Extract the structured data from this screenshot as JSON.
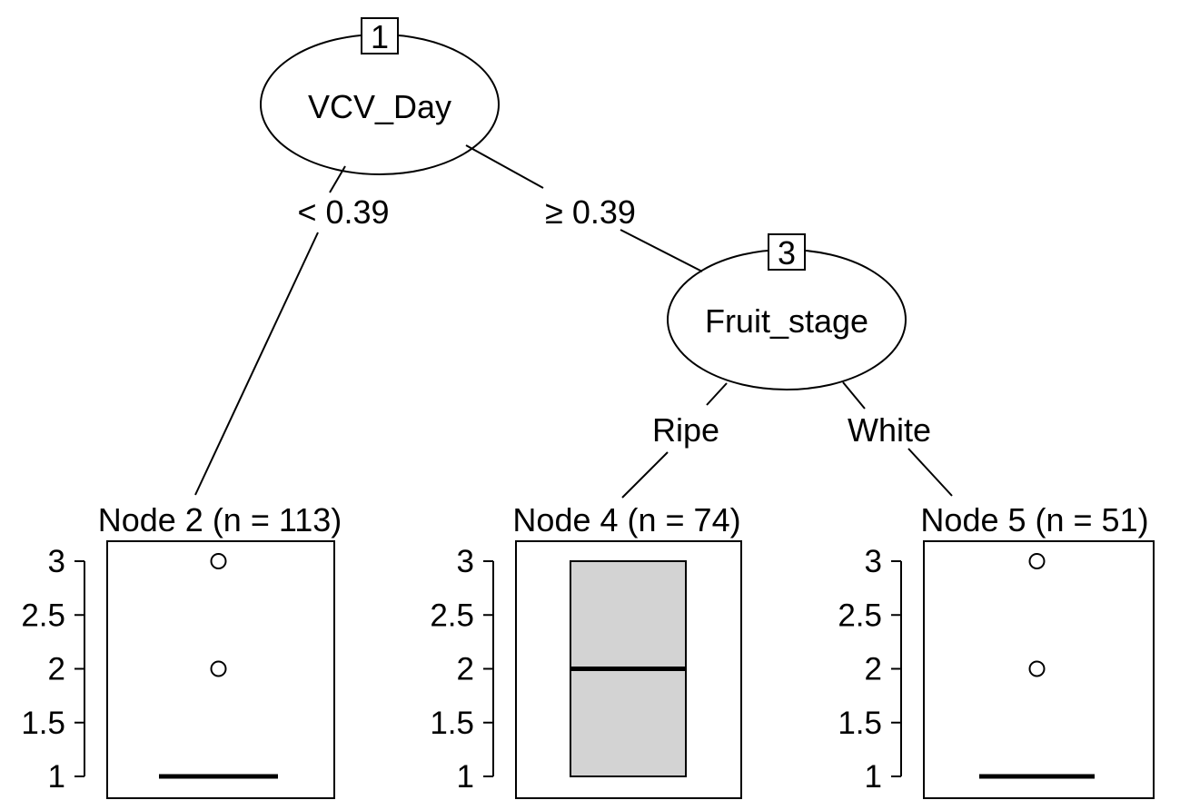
{
  "colors": {
    "line": "#000000",
    "box_fill": "#d3d3d3",
    "background": "#ffffff"
  },
  "nodes": {
    "node1": {
      "id": "1",
      "variable": "VCV_Day"
    },
    "node3": {
      "id": "3",
      "variable": "Fruit_stage"
    }
  },
  "edges": {
    "n1_left": "< 0.39",
    "n1_right": "≥ 0.39",
    "n3_left": "Ripe",
    "n3_right": "White"
  },
  "chart_data": [
    {
      "type": "box",
      "title": "Node 2 (n = 113)",
      "ylim": [
        1,
        3
      ],
      "yticks": [
        "1",
        "1.5",
        "2",
        "2.5",
        "3"
      ],
      "box": {
        "q1": 1,
        "median": 1,
        "q3": 1,
        "whisker_low": 1,
        "whisker_high": 1
      },
      "outliers": [
        2,
        3
      ]
    },
    {
      "type": "box",
      "title": "Node 4 (n = 74)",
      "ylim": [
        1,
        3
      ],
      "yticks": [
        "1",
        "1.5",
        "2",
        "2.5",
        "3"
      ],
      "box": {
        "q1": 1,
        "median": 2,
        "q3": 3,
        "whisker_low": 1,
        "whisker_high": 3
      },
      "outliers": []
    },
    {
      "type": "box",
      "title": "Node 5 (n = 51)",
      "ylim": [
        1,
        3
      ],
      "yticks": [
        "1",
        "1.5",
        "2",
        "2.5",
        "3"
      ],
      "box": {
        "q1": 1,
        "median": 1,
        "q3": 1,
        "whisker_low": 1,
        "whisker_high": 1
      },
      "outliers": [
        2,
        3
      ]
    }
  ]
}
